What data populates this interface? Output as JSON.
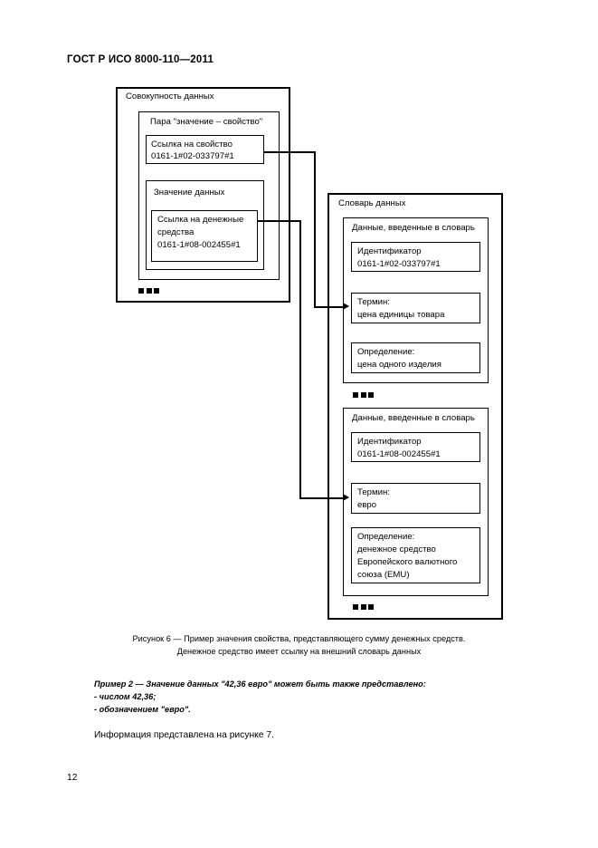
{
  "document": {
    "header": "ГОСТ Р ИСО 8000-110—2011",
    "page_number": "12"
  },
  "figure": {
    "left_panel": {
      "title": "Совокупность данных",
      "pair_block": {
        "title": "Пара \"значение – свойство\"",
        "property_reference": {
          "line1": "Ссылка на свойство",
          "line2": "0161-1#02-033797#1"
        },
        "data_value": {
          "title": "Значение данных",
          "currency_reference": {
            "line1": "Ссылка на денежные",
            "line2": "средства",
            "line3": "0161-1#08-002455#1"
          }
        }
      },
      "ellipsis": "■■■"
    },
    "right_panel": {
      "title": "Словарь данных",
      "entries": [
        {
          "title": "Данные, введенные в словарь",
          "identifier": {
            "label": "Идентификатор",
            "value": "0161-1#02-033797#1"
          },
          "term": {
            "label": "Термин:",
            "value": "цена единицы товара"
          },
          "definition": {
            "label": "Определение:",
            "value": "цена одного изделия"
          }
        },
        {
          "title": "Данные, введенные в словарь",
          "identifier": {
            "label": "Идентификатор",
            "value": "0161-1#08-002455#1"
          },
          "term": {
            "label": "Термин:",
            "value": "евро"
          },
          "definition": {
            "label": "Определение:",
            "line1": "денежное средство",
            "line2": "Европейского валютного",
            "line3": "союза (EMU)"
          }
        }
      ],
      "ellipsis_between": "■■■",
      "ellipsis_bottom": "■■■"
    },
    "caption_line1": "Рисунок  6 — Пример значения свойства, представляющего сумму денежных средств.",
    "caption_line2": "Денежное средство имеет ссылку на внешний словарь данных"
  },
  "example": {
    "intro": "Пример  2 — Значение данных \"42,36 евро\" может быть также представлено:",
    "item1": "-  числом 42,36;",
    "item2": "-  обозначением \"евро\"."
  },
  "closing_paragraph": "Информация представлена на рисунке 7."
}
